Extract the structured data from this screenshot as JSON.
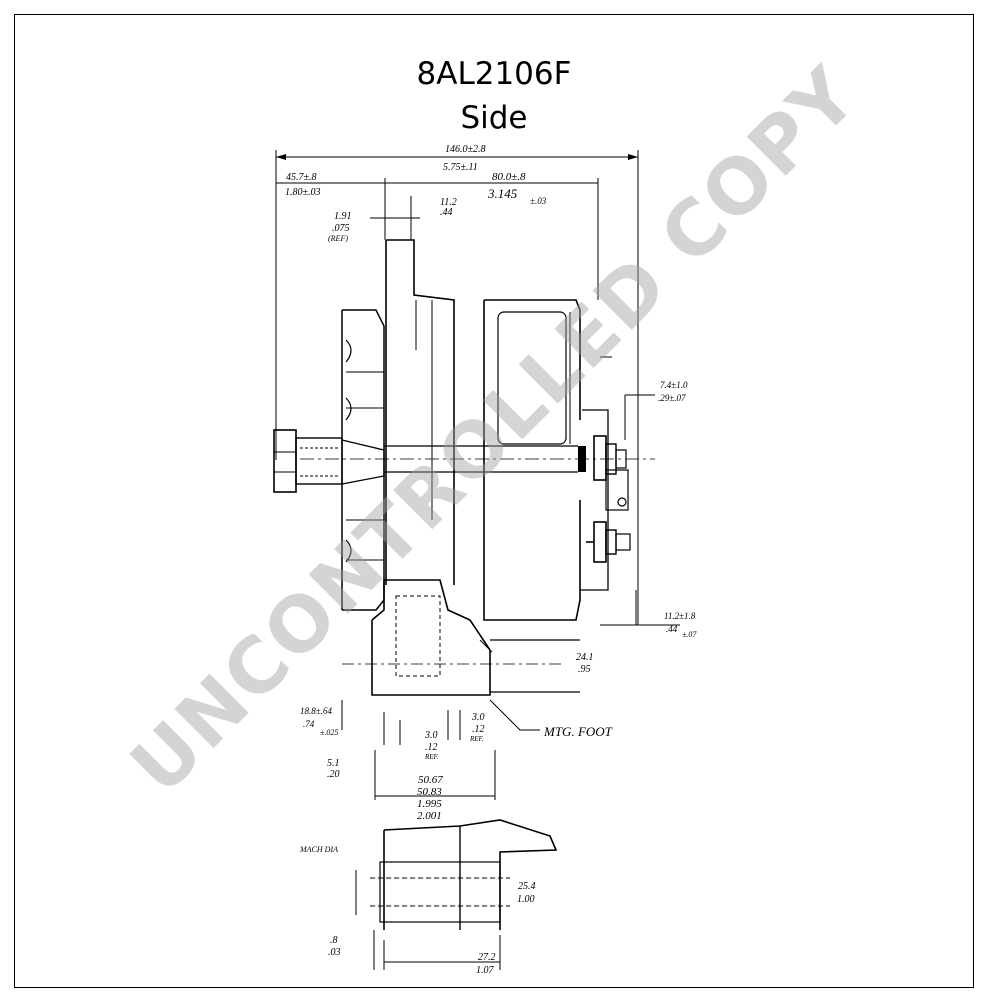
{
  "title": {
    "part_number": "8AL2106F",
    "view": "Side"
  },
  "watermark": "UNCONTROLLED COPY",
  "dimensions": {
    "overall_mm": "146.0±2.8",
    "overall_in": "5.75±.11",
    "left_mm": "45.7±.8",
    "left_in": "1.80±.03",
    "right_mm": "80.0±.8",
    "right_in": "3.145",
    "right_tol": "±.03",
    "d_191": "1.91",
    "d_075": ".075",
    "d_ref": "(REF)",
    "d_11c": "11.2",
    "d_44": ".44",
    "d_74": "7.4±1.0",
    "d_29": ".29±.07",
    "d_112_mm": "11.2±1.8",
    "d_112_in": ".44",
    "d_112_tol": "±.07",
    "d_241_mm": "24.1",
    "d_241_in": ".95",
    "d_188_mm": "18.8±.64",
    "d_188_in": ".74",
    "d_188_tol": "±.025",
    "d_30a_mm": "3.0",
    "d_30a_in": ".12",
    "d_30a_ref": "REF.",
    "d_30b_mm": "3.0",
    "d_30b_in": ".12",
    "d_30b_ref": "REF.",
    "mtg_foot": "MTG. FOOT",
    "d_51_mm": "5.1",
    "d_51_in": ".20",
    "d_5067": "50.67",
    "d_5083": "50.83",
    "d_1995": "1.995",
    "d_2001": "2.001",
    "mach_dia": "MACH DIA",
    "d_254_mm": "25.4",
    "d_254_in": "1.00",
    "d_8_mm": ".8",
    "d_8_in": ".03",
    "d_272_mm": "27.2",
    "d_272_in": "1.07"
  }
}
